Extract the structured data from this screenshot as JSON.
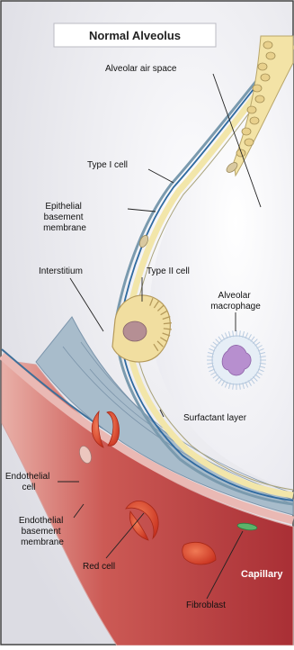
{
  "title": "Normal Alveolus",
  "labels": {
    "air_space": "Alveolar air space",
    "type1": "Type I cell",
    "epi_bm": [
      "Epithelial",
      "basement",
      "membrane"
    ],
    "interstitium": "Interstitium",
    "type2": "Type II cell",
    "macrophage": [
      "Alveolar",
      "macrophage"
    ],
    "surfactant": "Surfactant layer",
    "endo_cell": [
      "Endothelial",
      "cell"
    ],
    "endo_bm": [
      "Endothelial",
      "basement",
      "membrane"
    ],
    "capillary": "Capillary",
    "red_cell": "Red cell",
    "fibroblast": "Fibroblast"
  },
  "colors": {
    "background": "#ececf0",
    "capillary": "#c94848",
    "red_cell": "#d6402a",
    "epithelium": "#f1e4a8",
    "interstitium": "#9fb6c6",
    "macrophage": "#b78fcf"
  }
}
